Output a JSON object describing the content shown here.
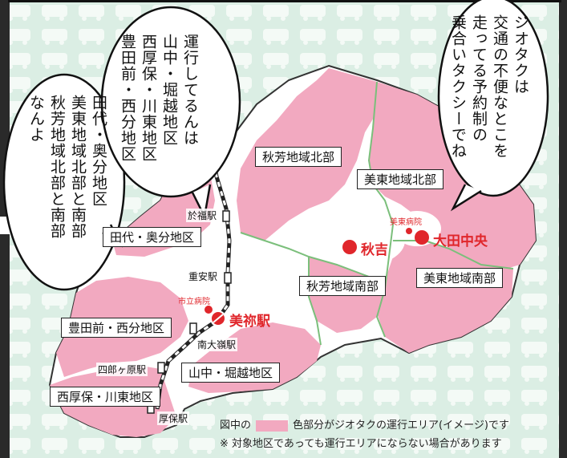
{
  "bubbles": {
    "left": "田代・奥分地区\n美東地域北部と南部\n秋芳地域北部と南部\nなんよ",
    "middle": "運行してるんは\n山中・堀越地区\n西厚保・川東地区\n豊田前・西分地区",
    "right": "ジオタクは\n交通の不便なとこを\n走ってる予約制の\n乗合いタクシーでね"
  },
  "areas": {
    "akiyoshi_north": "秋芳地域北部",
    "mito_north": "美東地域北部",
    "tashiro": "田代・奥分地区",
    "akiyoshi_south": "秋芳地域南部",
    "mito_south": "美東地域南部",
    "toyotamae": "豊田前・西分地区",
    "yamanaka": "山中・堀越地区",
    "nishiatsu": "西厚保・川東地区"
  },
  "stations": {
    "ofuku": "於福駅",
    "juuyasu": "重安駅",
    "minamiotoge": "南大嶺駅",
    "shijuroga": "四郎ヶ原駅",
    "atsu": "厚保駅"
  },
  "places": {
    "mine_station": "美祢駅",
    "city_hospital": "市立病院",
    "akiyoshi": "秋吉",
    "mito_hospital": "美東病院",
    "ota_center": "大田中央"
  },
  "legend": {
    "prefix": "図中の",
    "suffix": "色部分がジオタクの運行エリア(イメージ)です",
    "note": "※ 対象地区であっても運行エリアにならない場合があります",
    "swatch_color": "#f2a9c0"
  },
  "colors": {
    "pink": "#f2a9c0",
    "background": "#dbeee4",
    "accent_red": "#e0262b",
    "boundary_green": "#7bbf7b"
  }
}
